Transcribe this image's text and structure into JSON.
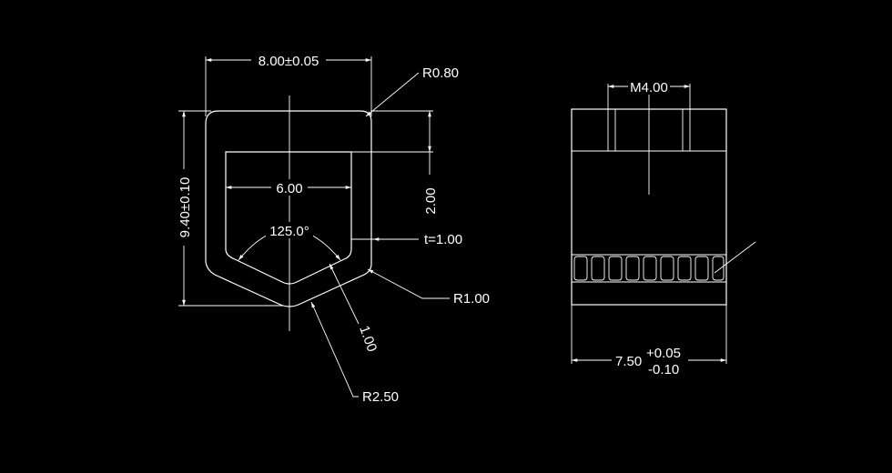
{
  "drawing": {
    "background": "#000000",
    "line_color": "#ffffff",
    "front_view": {
      "dim_width": "8.00±0.05",
      "dim_height": "9.40±0.10",
      "dim_inner_width": "6.00",
      "dim_angle": "125.0°",
      "dim_thickness": "t=1.00",
      "dim_depth": "2.00",
      "dim_corner_radius": "R0.80",
      "dim_side_radius": "R1.00",
      "dim_bottom_radius": "R2.50",
      "dim_wall": "1.00"
    },
    "side_view": {
      "dim_thread": "M4.00",
      "dim_width_main": "7.50",
      "dim_tol_upper": "+0.05",
      "dim_tol_lower": "-0.10"
    }
  }
}
